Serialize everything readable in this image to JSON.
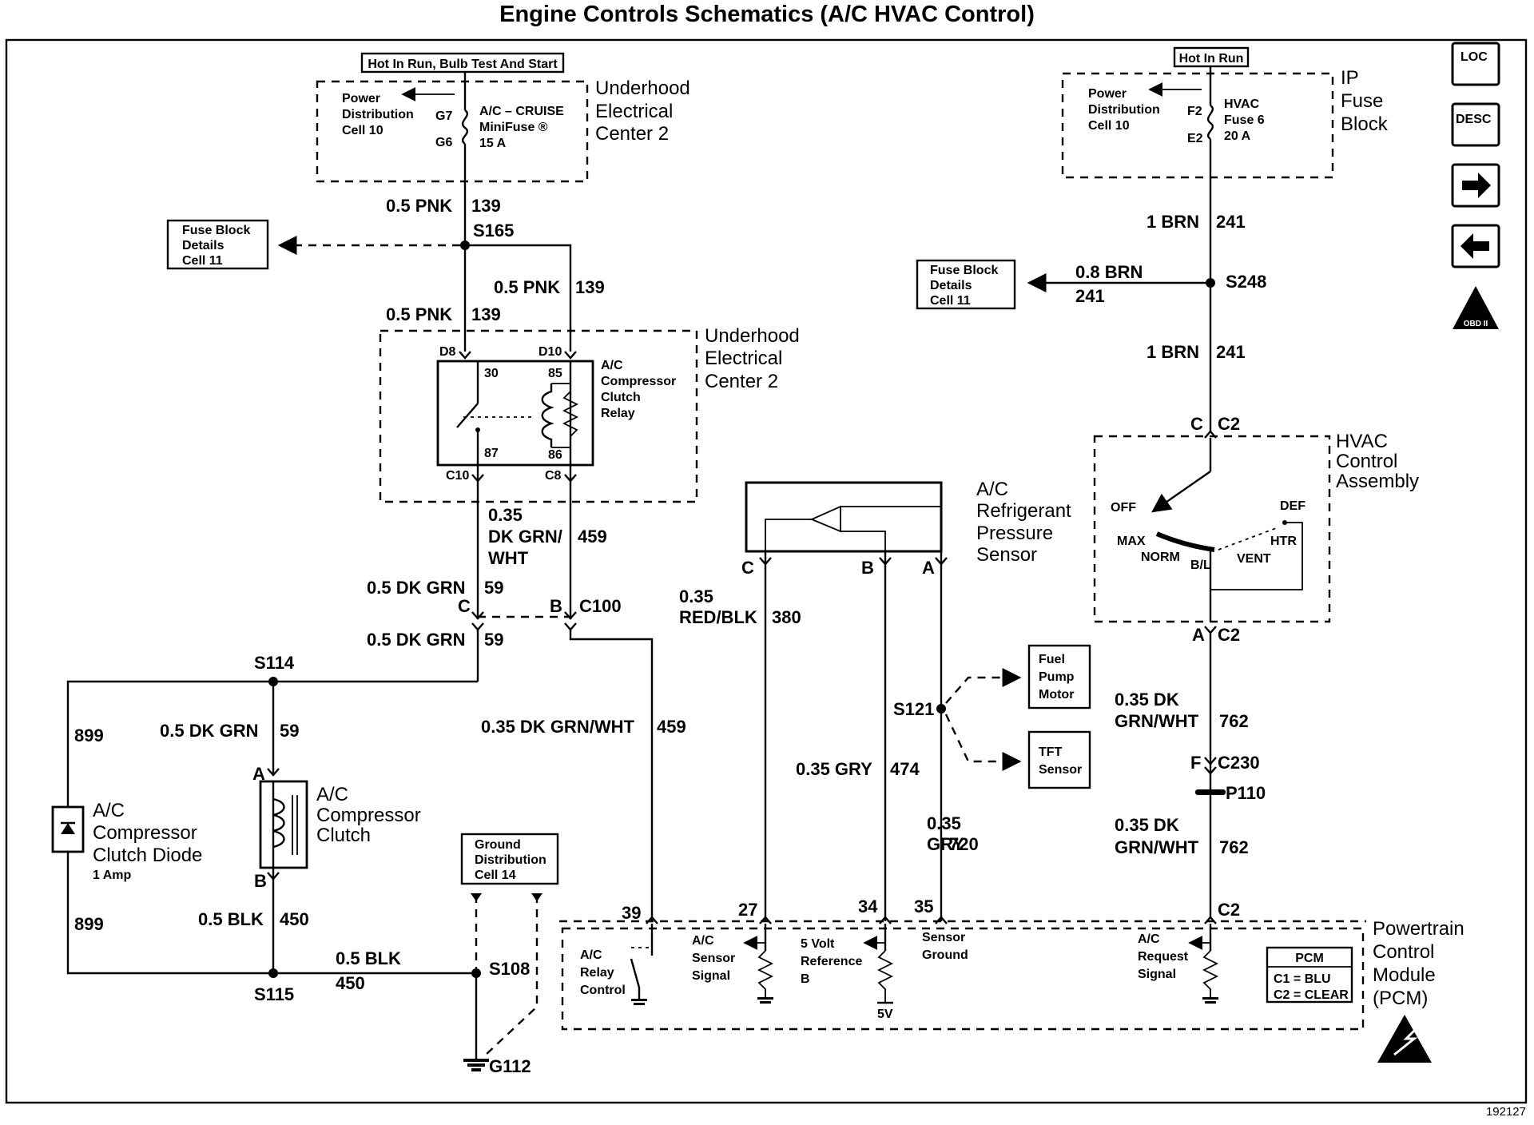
{
  "title": "Engine Controls Schematics (A/C HVAC Control)",
  "figure_id": "192127",
  "nav": {
    "loc": "LOC",
    "desc": "DESC",
    "forward": "forward-arrow-icon",
    "back": "back-arrow-icon",
    "obd": "OBD II"
  },
  "power_left": {
    "hot_label": "Hot In Run, Bulb Test And Start",
    "center_label": [
      "Underhood",
      "Electrical",
      "Center 2"
    ],
    "pd_label": [
      "Power",
      "Distribution",
      "Cell 10"
    ],
    "pin_top": "G7",
    "pin_bottom": "G6",
    "fuse_label": [
      "A/C – CRUISE",
      "MiniFuse ®",
      "15 A"
    ]
  },
  "power_right": {
    "hot_label": "Hot In Run",
    "center_label": [
      "IP",
      "Fuse",
      "Block"
    ],
    "pd_label": [
      "Power",
      "Distribution",
      "Cell 10"
    ],
    "pin_top": "F2",
    "pin_bottom": "E2",
    "fuse_label": [
      "HVAC",
      "Fuse 6",
      "20 A"
    ]
  },
  "fuse_block_details": [
    "Fuse Block",
    "Details",
    "Cell 11"
  ],
  "ground_distribution": [
    "Ground",
    "Distribution",
    "Cell 14"
  ],
  "wires": {
    "pnk_139": [
      "0.5 PNK",
      "139"
    ],
    "brn_241": [
      "1 BRN",
      "241"
    ],
    "brn_241_side": [
      "0.8 BRN",
      "241"
    ],
    "dkgrnwht_459_a": [
      "0.35",
      "DK GRN/",
      "WHT",
      "459"
    ],
    "dkgrn_59": [
      "0.5 DK GRN",
      "59"
    ],
    "dkgrnwht_459_b": [
      "0.35 DK GRN/WHT",
      "459"
    ],
    "wire_899": "899",
    "blk_450": [
      "0.5 BLK",
      "450"
    ],
    "redblk_380": [
      "0.35",
      "RED/BLK",
      "380"
    ],
    "gry_474": [
      "0.35 GRY",
      "474"
    ],
    "gry_720": [
      "0.35",
      "GRY",
      "720"
    ],
    "dkgrnwht_762": [
      "0.35 DK",
      "GRN/WHT",
      "762"
    ]
  },
  "splices": {
    "s165": "S165",
    "s248": "S248",
    "s114": "S114",
    "s115": "S115",
    "s108": "S108",
    "s121": "S121",
    "g112": "G112"
  },
  "relay": {
    "center_label": [
      "Underhood",
      "Electrical",
      "Center 2"
    ],
    "name": [
      "A/C",
      "Compressor",
      "Clutch",
      "Relay"
    ],
    "pins": {
      "d8": "D8",
      "d10": "D10",
      "c10": "C10",
      "c8": "C8",
      "p30": "30",
      "p85": "85",
      "p87": "87",
      "p86": "86"
    }
  },
  "connectors": {
    "c": "C",
    "b": "B",
    "a": "A",
    "f": "F",
    "c100": "C100",
    "c2": "C2",
    "c230": "C230",
    "p110": "P110"
  },
  "clutch": {
    "name": [
      "A/C",
      "Compressor",
      "Clutch"
    ],
    "pin_a": "A",
    "pin_b": "B"
  },
  "diode": {
    "name": [
      "A/C",
      "Compressor",
      "Clutch Diode"
    ],
    "rating": "1 Amp"
  },
  "sensor": {
    "name": [
      "A/C",
      "Refrigerant",
      "Pressure",
      "Sensor"
    ],
    "pins": [
      "C",
      "B",
      "A"
    ]
  },
  "fuel_pump": [
    "Fuel",
    "Pump",
    "Motor"
  ],
  "tft_sensor": [
    "TFT",
    "Sensor"
  ],
  "hvac": {
    "name": [
      "HVAC",
      "Control",
      "Assembly"
    ],
    "positions": {
      "off": "OFF",
      "def": "DEF",
      "max": "MAX",
      "htr": "HTR",
      "norm": "NORM",
      "bl": "B/L",
      "vent": "VENT"
    }
  },
  "pcm": {
    "name": [
      "Powertrain",
      "Control",
      "Module",
      "(PCM)"
    ],
    "pins": {
      "p39": "39",
      "p27": "27",
      "p34": "34",
      "p35": "35"
    },
    "relay_control": [
      "A/C",
      "Relay",
      "Control"
    ],
    "sensor_signal": [
      "A/C",
      "Sensor",
      "Signal"
    ],
    "five_volt_ref": [
      "5 Volt",
      "Reference",
      "B"
    ],
    "five_v": "5V",
    "sensor_ground": [
      "Sensor",
      "Ground"
    ],
    "request_signal": [
      "A/C",
      "Request",
      "Signal"
    ],
    "legend_title": "PCM",
    "legend": [
      "C1 = BLU",
      "C2 = CLEAR"
    ]
  }
}
